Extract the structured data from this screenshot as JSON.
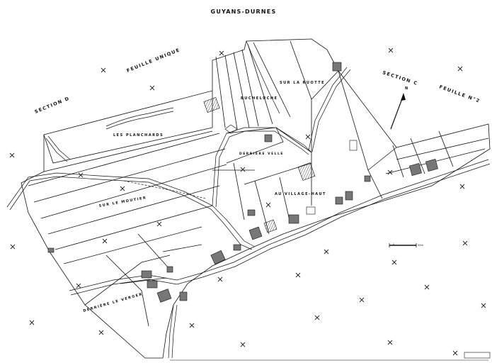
{
  "map": {
    "title": "GUYANS-DURNES",
    "section_labels": {
      "section_d": "SECTION D",
      "feuille_unique": "FEUILLE UNIQUE",
      "section_c": "SECTION C",
      "feuille_2": "FEUILLE N°2"
    },
    "place_names": {
      "sur_la_ruotte": "SUR LA RUOTTE",
      "bucheluche": "BUCHELUCHE",
      "les_planchards": "LES PLANCHARDS",
      "derriere_velle": "DERRIÈRE VELLE",
      "au_village_haut": "AU VILLAGE-HAUT",
      "sur_le_moutier": "SUR LE MOUTIER",
      "derriere_le_verger": "DERRIÈRE LE VERGER"
    },
    "scale_bar": {
      "start": "0",
      "end": "50m"
    },
    "north_arrow": "N",
    "colors": {
      "ink": "#111111",
      "buildings": "#777777",
      "paper": "#ffffff"
    }
  }
}
